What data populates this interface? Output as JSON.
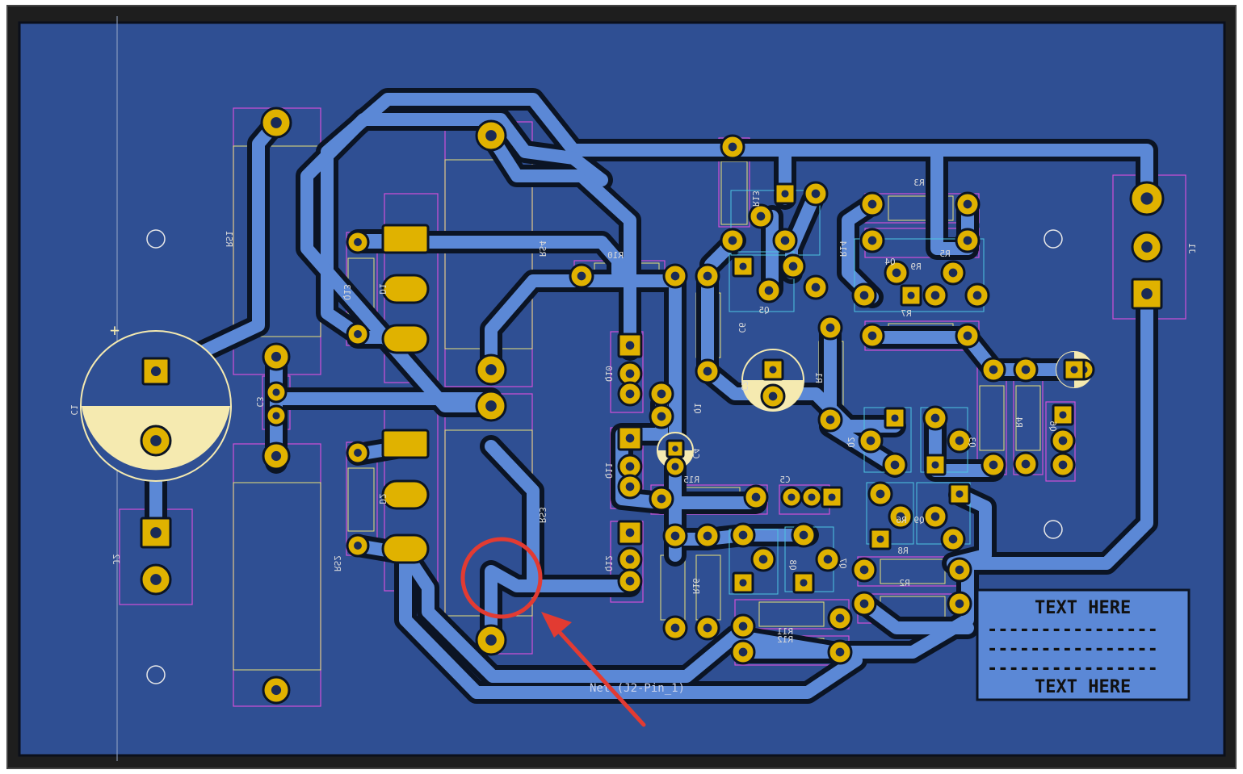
{
  "colors": {
    "board": "#2f4f93",
    "edge": "#0b0f1a",
    "trace": "#5b88d6",
    "trace_clear": "#0b1424",
    "pad": "#e0b200",
    "pad_inner": "#f3d36a",
    "silk": "#f5eab0",
    "courtyard": "#d24fd8",
    "fab": "#e8e07a",
    "annotation": "#e23b32"
  },
  "net_label": "Net (J2-Pin_1)",
  "textbox": {
    "line1": "TEXT HERE",
    "dash1": "----------------",
    "dash2": "----------------",
    "dash3": "----------------",
    "line2": "TEXT HERE"
  },
  "refs": {
    "RS1": "RS1",
    "RS2": "RS2",
    "RS3": "RS3",
    "RS4": "RS4",
    "C1": "C1",
    "C2": "C2",
    "C3": "C3",
    "C4": "C4",
    "C5": "C5",
    "C6": "C6",
    "J1": "J1",
    "J2": "J2",
    "R1": "R1",
    "R2": "R2",
    "R3": "R3",
    "R4": "R4",
    "R5": "R5",
    "R6": "R6",
    "R7": "R7",
    "R8": "R8",
    "R9": "R9",
    "R10": "R10",
    "R11": "R11",
    "R12": "R12",
    "R13": "R13",
    "R14": "R14",
    "R15": "R15",
    "R16": "R16",
    "Q1": "Q1",
    "Q2": "Q2",
    "Q3": "Q3",
    "Q4": "Q4",
    "Q5": "Q5",
    "Q6": "Q6",
    "Q7": "Q7",
    "Q8": "Q8",
    "Q9": "Q9",
    "Q10": "Q10",
    "Q11": "Q11",
    "Q12": "Q12",
    "Q13": "Q13",
    "D1": "D1",
    "D2": "D2"
  }
}
